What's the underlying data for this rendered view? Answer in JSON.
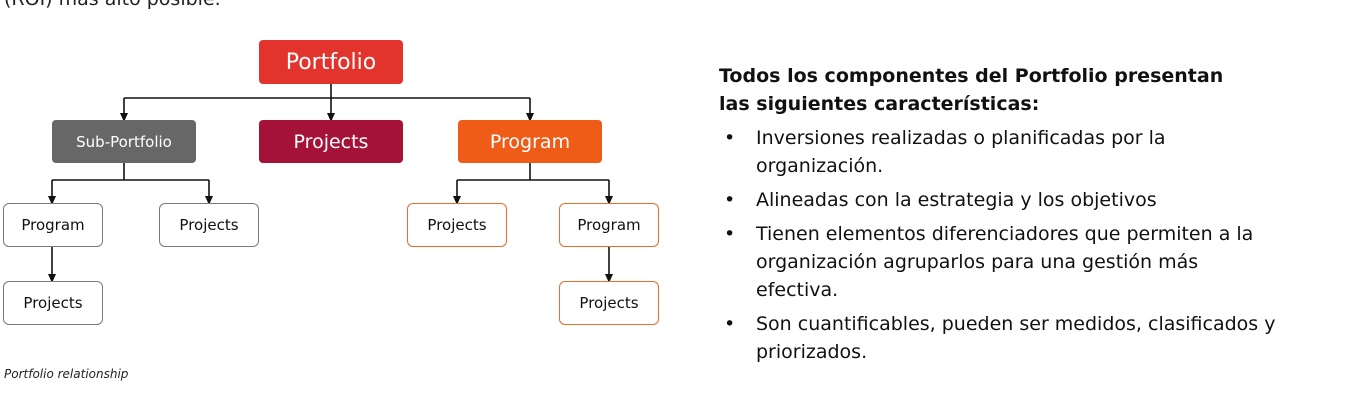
{
  "top_text": "(ROI) más alto posible.",
  "diagram": {
    "root": "Portfolio",
    "level1": {
      "sub_portfolio": "Sub-Portfolio",
      "projects": "Projects",
      "program": "Program"
    },
    "left_branch": {
      "program": "Program",
      "projects": "Projects",
      "program_child": "Projects"
    },
    "right_branch": {
      "projects": "Projects",
      "program": "Program",
      "program_child": "Projects"
    },
    "caption": "Portfolio relationship"
  },
  "panel": {
    "heading_line1": "Todos los componentes del Portfolio presentan",
    "heading_line2": "las siguientes características:",
    "bullet_symbol": "•",
    "bullets": [
      "Inversiones realizadas o planificadas por la organización.",
      "Alineadas con la estrategia y los objetivos",
      "Tienen elementos diferenciadores que permiten a la organización agruparlos para una gestión más efectiva.",
      "Son cuantificables, pueden ser medidos, clasificados y priorizados."
    ]
  },
  "colors": {
    "portfolio": "#e3332d",
    "sub_portfolio": "#676767",
    "projects": "#a51238",
    "program": "#ee5c18"
  }
}
